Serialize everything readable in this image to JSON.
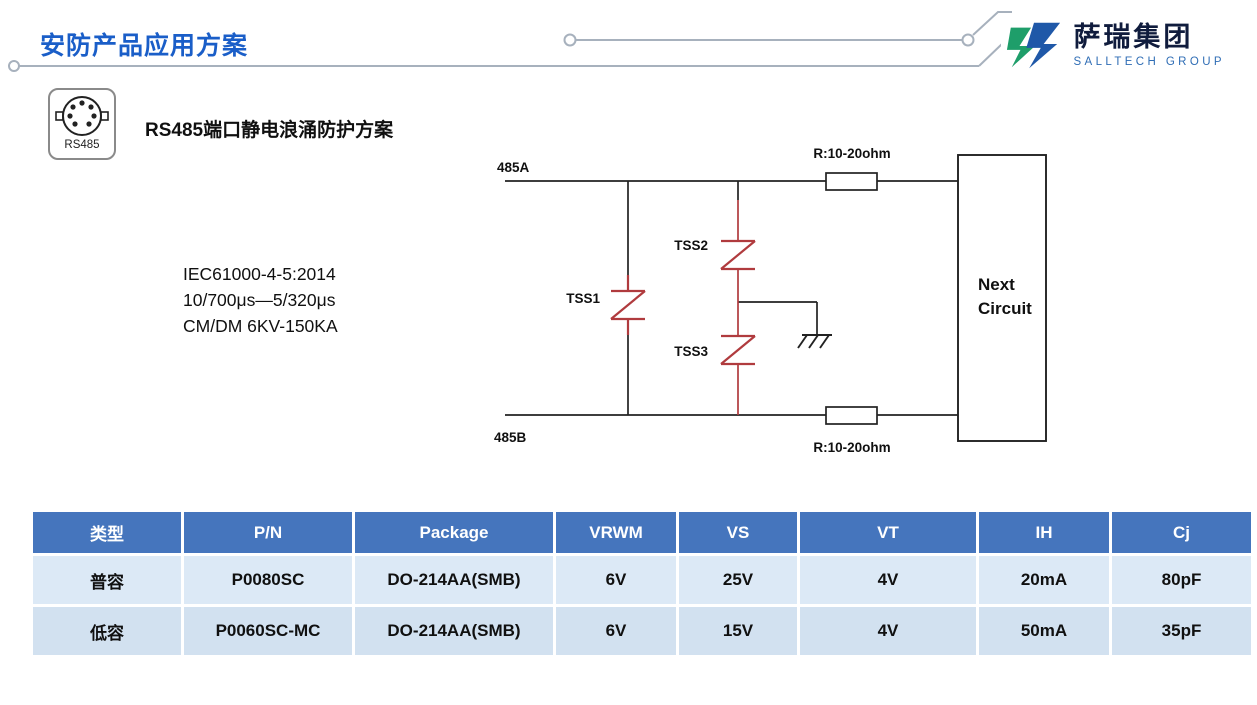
{
  "header": {
    "title": "安防产品应用方案"
  },
  "logo": {
    "name": "萨瑞集团",
    "subtitle": "SALLTECH GROUP"
  },
  "badge": {
    "label": "RS485"
  },
  "section": {
    "title": "RS485端口静电浪涌防护方案"
  },
  "standards": {
    "lines": [
      "IEC61000-4-5:2014",
      "10/700μs—5/320μs",
      "CM/DM 6KV-150KA"
    ]
  },
  "circuit": {
    "top_label": "485A",
    "bottom_label": "485B",
    "tss1": "TSS1",
    "tss2": "TSS2",
    "tss3": "TSS3",
    "resistor_top": "R:10-20ohm",
    "resistor_bottom": "R:10-20ohm",
    "next_line1": "Next",
    "next_line2": "Circuit"
  },
  "table": {
    "headers": [
      "类型",
      "P/N",
      "Package",
      "VRWM",
      "VS",
      "VT",
      "IH",
      "Cj"
    ],
    "rows": [
      [
        "普容",
        "P0080SC",
        "DO-214AA(SMB)",
        "6V",
        "25V",
        "4V",
        "20mA",
        "80pF"
      ],
      [
        "低容",
        "P0060SC-MC",
        "DO-214AA(SMB)",
        "6V",
        "15V",
        "4V",
        "50mA",
        "35pF"
      ]
    ]
  },
  "colors": {
    "title_blue": "#1A5EC8",
    "table_header_blue": "#4575BD",
    "row_light_1": "#DCE9F6",
    "row_light_2": "#D2E1F0",
    "tss_red": "#B03B3E",
    "logo_green": "#1E9E6A",
    "logo_blue": "#1F58A8"
  }
}
